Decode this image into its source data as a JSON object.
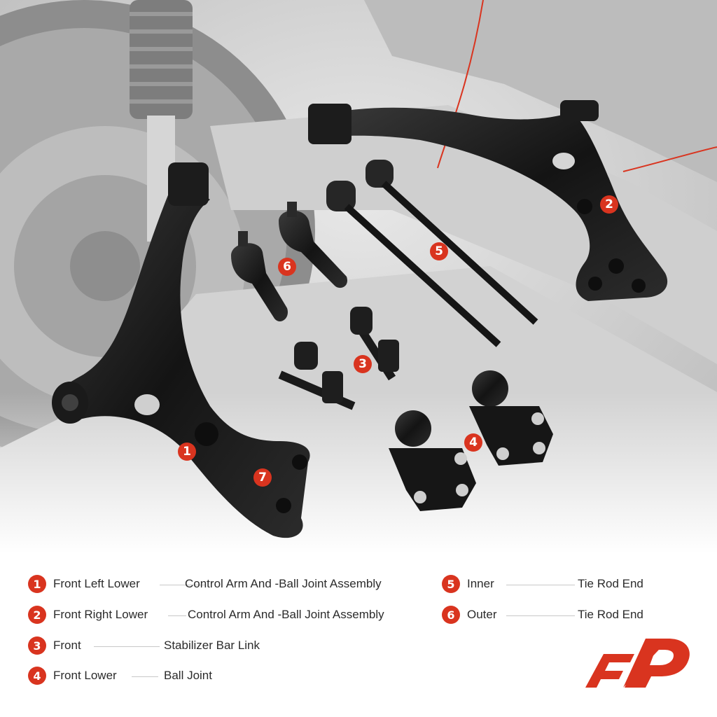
{
  "colors": {
    "accent": "#d9341f",
    "text": "#2b2b2b",
    "part": "#1b1b1b",
    "background_photo": "#c9c9c9"
  },
  "callouts": [
    "1",
    "2",
    "3",
    "4",
    "5",
    "6",
    "7"
  ],
  "legend": [
    {
      "num": "1",
      "left": "Front Left Lower",
      "right": "Control Arm And -Ball Joint Assembly"
    },
    {
      "num": "2",
      "left": "Front Right Lower",
      "right": "Control Arm And -Ball Joint Assembly"
    },
    {
      "num": "3",
      "left": "Front",
      "right": "Stabilizer Bar Link"
    },
    {
      "num": "4",
      "left": "Front Lower",
      "right": "Ball Joint"
    },
    {
      "num": "5",
      "left": "Inner",
      "right": "Tie Rod End"
    },
    {
      "num": "6",
      "left": "Outer",
      "right": "Tie Rod End"
    }
  ],
  "logo": {
    "name": "a-premium-logo-icon"
  }
}
